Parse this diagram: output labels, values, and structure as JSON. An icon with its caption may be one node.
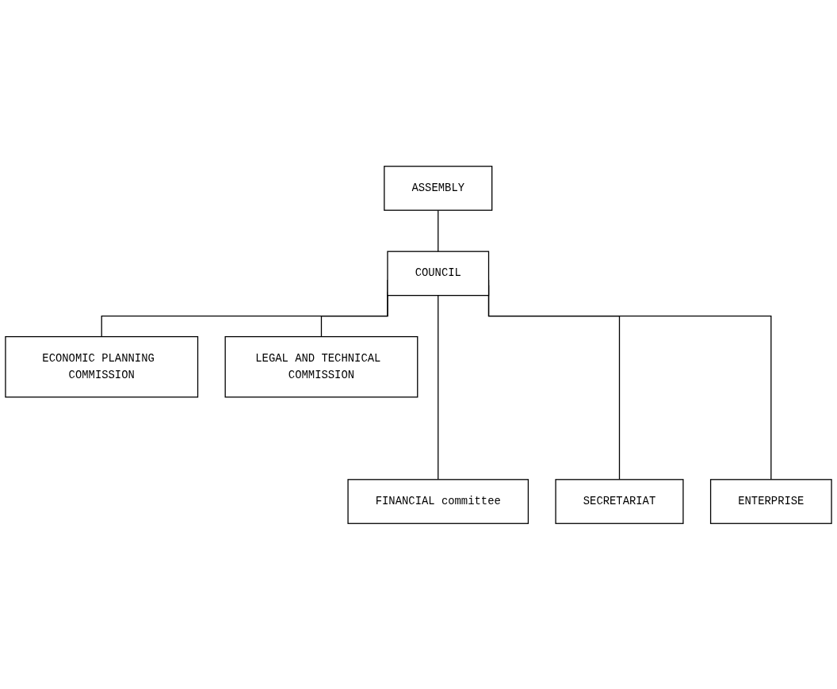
{
  "diagram": {
    "nodes": [
      {
        "text": [
          "ASSEMBLY"
        ]
      },
      {
        "text": [
          "COUNCIL"
        ]
      },
      {
        "text": [
          "ECONOMIC PLANNING COMMISSION"
        ]
      },
      {
        "text": [
          "LEGAL AND TECHNICAL COMMISSION"
        ]
      },
      {
        "text": [
          "FINANCIAL committee"
        ]
      },
      {
        "text": [
          "SECRETARIAT"
        ]
      },
      {
        "text": [
          "ENTERPRISE"
        ]
      }
    ],
    "edges": [
      {
        "from": 0,
        "to": 1,
        "arrow": "none"
      },
      {
        "from": 1,
        "to": 2,
        "arrow": "none"
      },
      {
        "from": 1,
        "to": 3,
        "arrow": "none"
      },
      {
        "from": 1,
        "to": 4,
        "arrow": "none"
      },
      {
        "from": 1,
        "to": 5,
        "arrow": "none"
      },
      {
        "from": 1,
        "to": 6,
        "arrow": "none"
      }
    ]
  }
}
